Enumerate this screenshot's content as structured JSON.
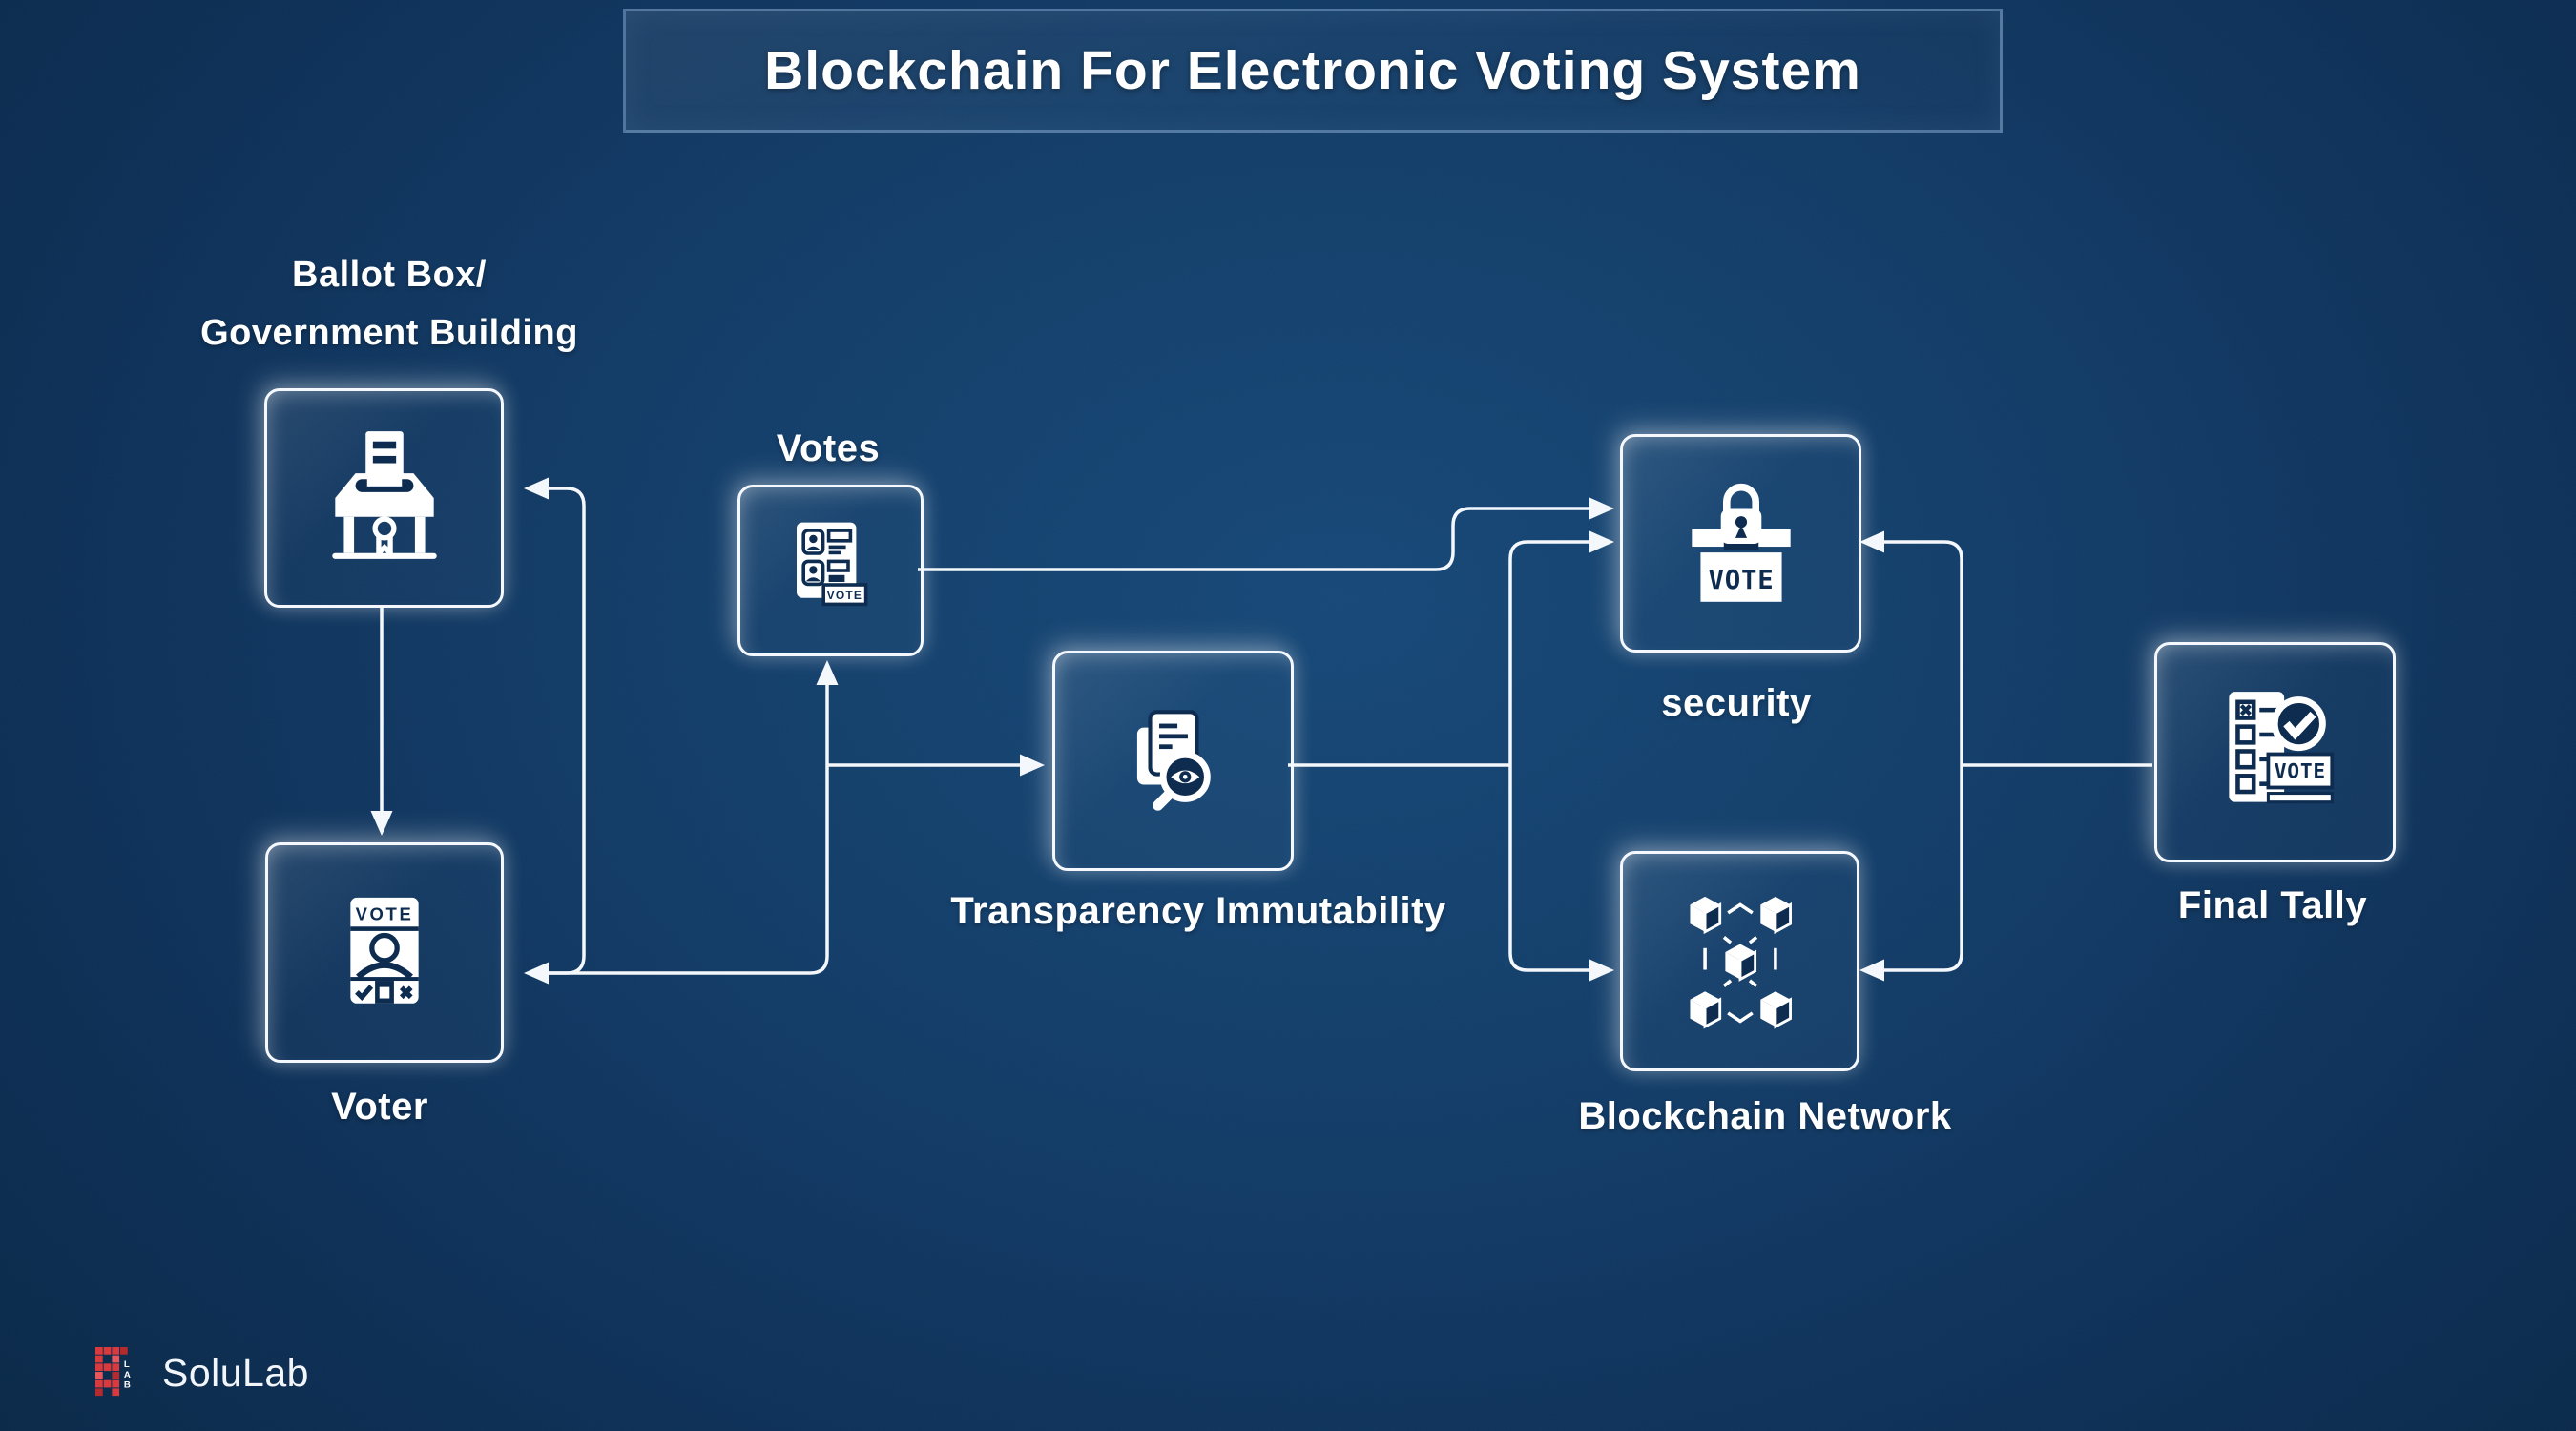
{
  "title": {
    "text": "Blockchain For Electronic Voting System"
  },
  "nodes": {
    "ballot_box": {
      "label_line1": "Ballot Box/",
      "label_line2": "Government Building",
      "icon": "ballot-box-building-icon"
    },
    "votes": {
      "label": "Votes",
      "icon": "candidate-list-icon"
    },
    "voter": {
      "label": "Voter",
      "icon": "voter-card-icon"
    },
    "transparency": {
      "label": "Transparency Immutability",
      "icon": "document-magnifier-eye-icon"
    },
    "security": {
      "label": "security",
      "icon": "locked-ballot-box-icon"
    },
    "blockchain": {
      "label": "Blockchain Network",
      "icon": "linked-cubes-icon"
    },
    "final_tally": {
      "label": "Final Tally",
      "icon": "tally-checklist-icon"
    }
  },
  "icon_texts": {
    "votes_badge": "VOTE",
    "voter_card": "VOTE",
    "security_box": "VOTE",
    "final_tally_sign": "VOTE"
  },
  "connections": [
    {
      "from": "ballot_box",
      "to": "voter",
      "style": "arrow"
    },
    {
      "from": "flow_loop",
      "to": "ballot_box",
      "style": "arrow"
    },
    {
      "from": "flow_loop",
      "to": "voter",
      "style": "arrow"
    },
    {
      "from": "voter_line",
      "to": "votes",
      "style": "arrow"
    },
    {
      "from": "voter_line",
      "to": "transparency",
      "style": "arrow"
    },
    {
      "from": "votes",
      "to": "security",
      "style": "arrow"
    },
    {
      "from": "transparency",
      "to": "security",
      "style": "arrow"
    },
    {
      "from": "transparency",
      "to": "blockchain",
      "style": "arrow"
    },
    {
      "from": "final_tally",
      "to": "security",
      "style": "arrow"
    },
    {
      "from": "final_tally",
      "to": "blockchain",
      "style": "arrow"
    }
  ],
  "logo": {
    "text": "SoluLab"
  },
  "colors": {
    "background_center": "#164878",
    "background_edge": "#05192f",
    "node_border": "#f5f9ff",
    "connector": "#f4f8fc",
    "icon_navy": "#0d2c50",
    "title_border": "#82a5cd",
    "logo_red": "#d93a3e"
  }
}
